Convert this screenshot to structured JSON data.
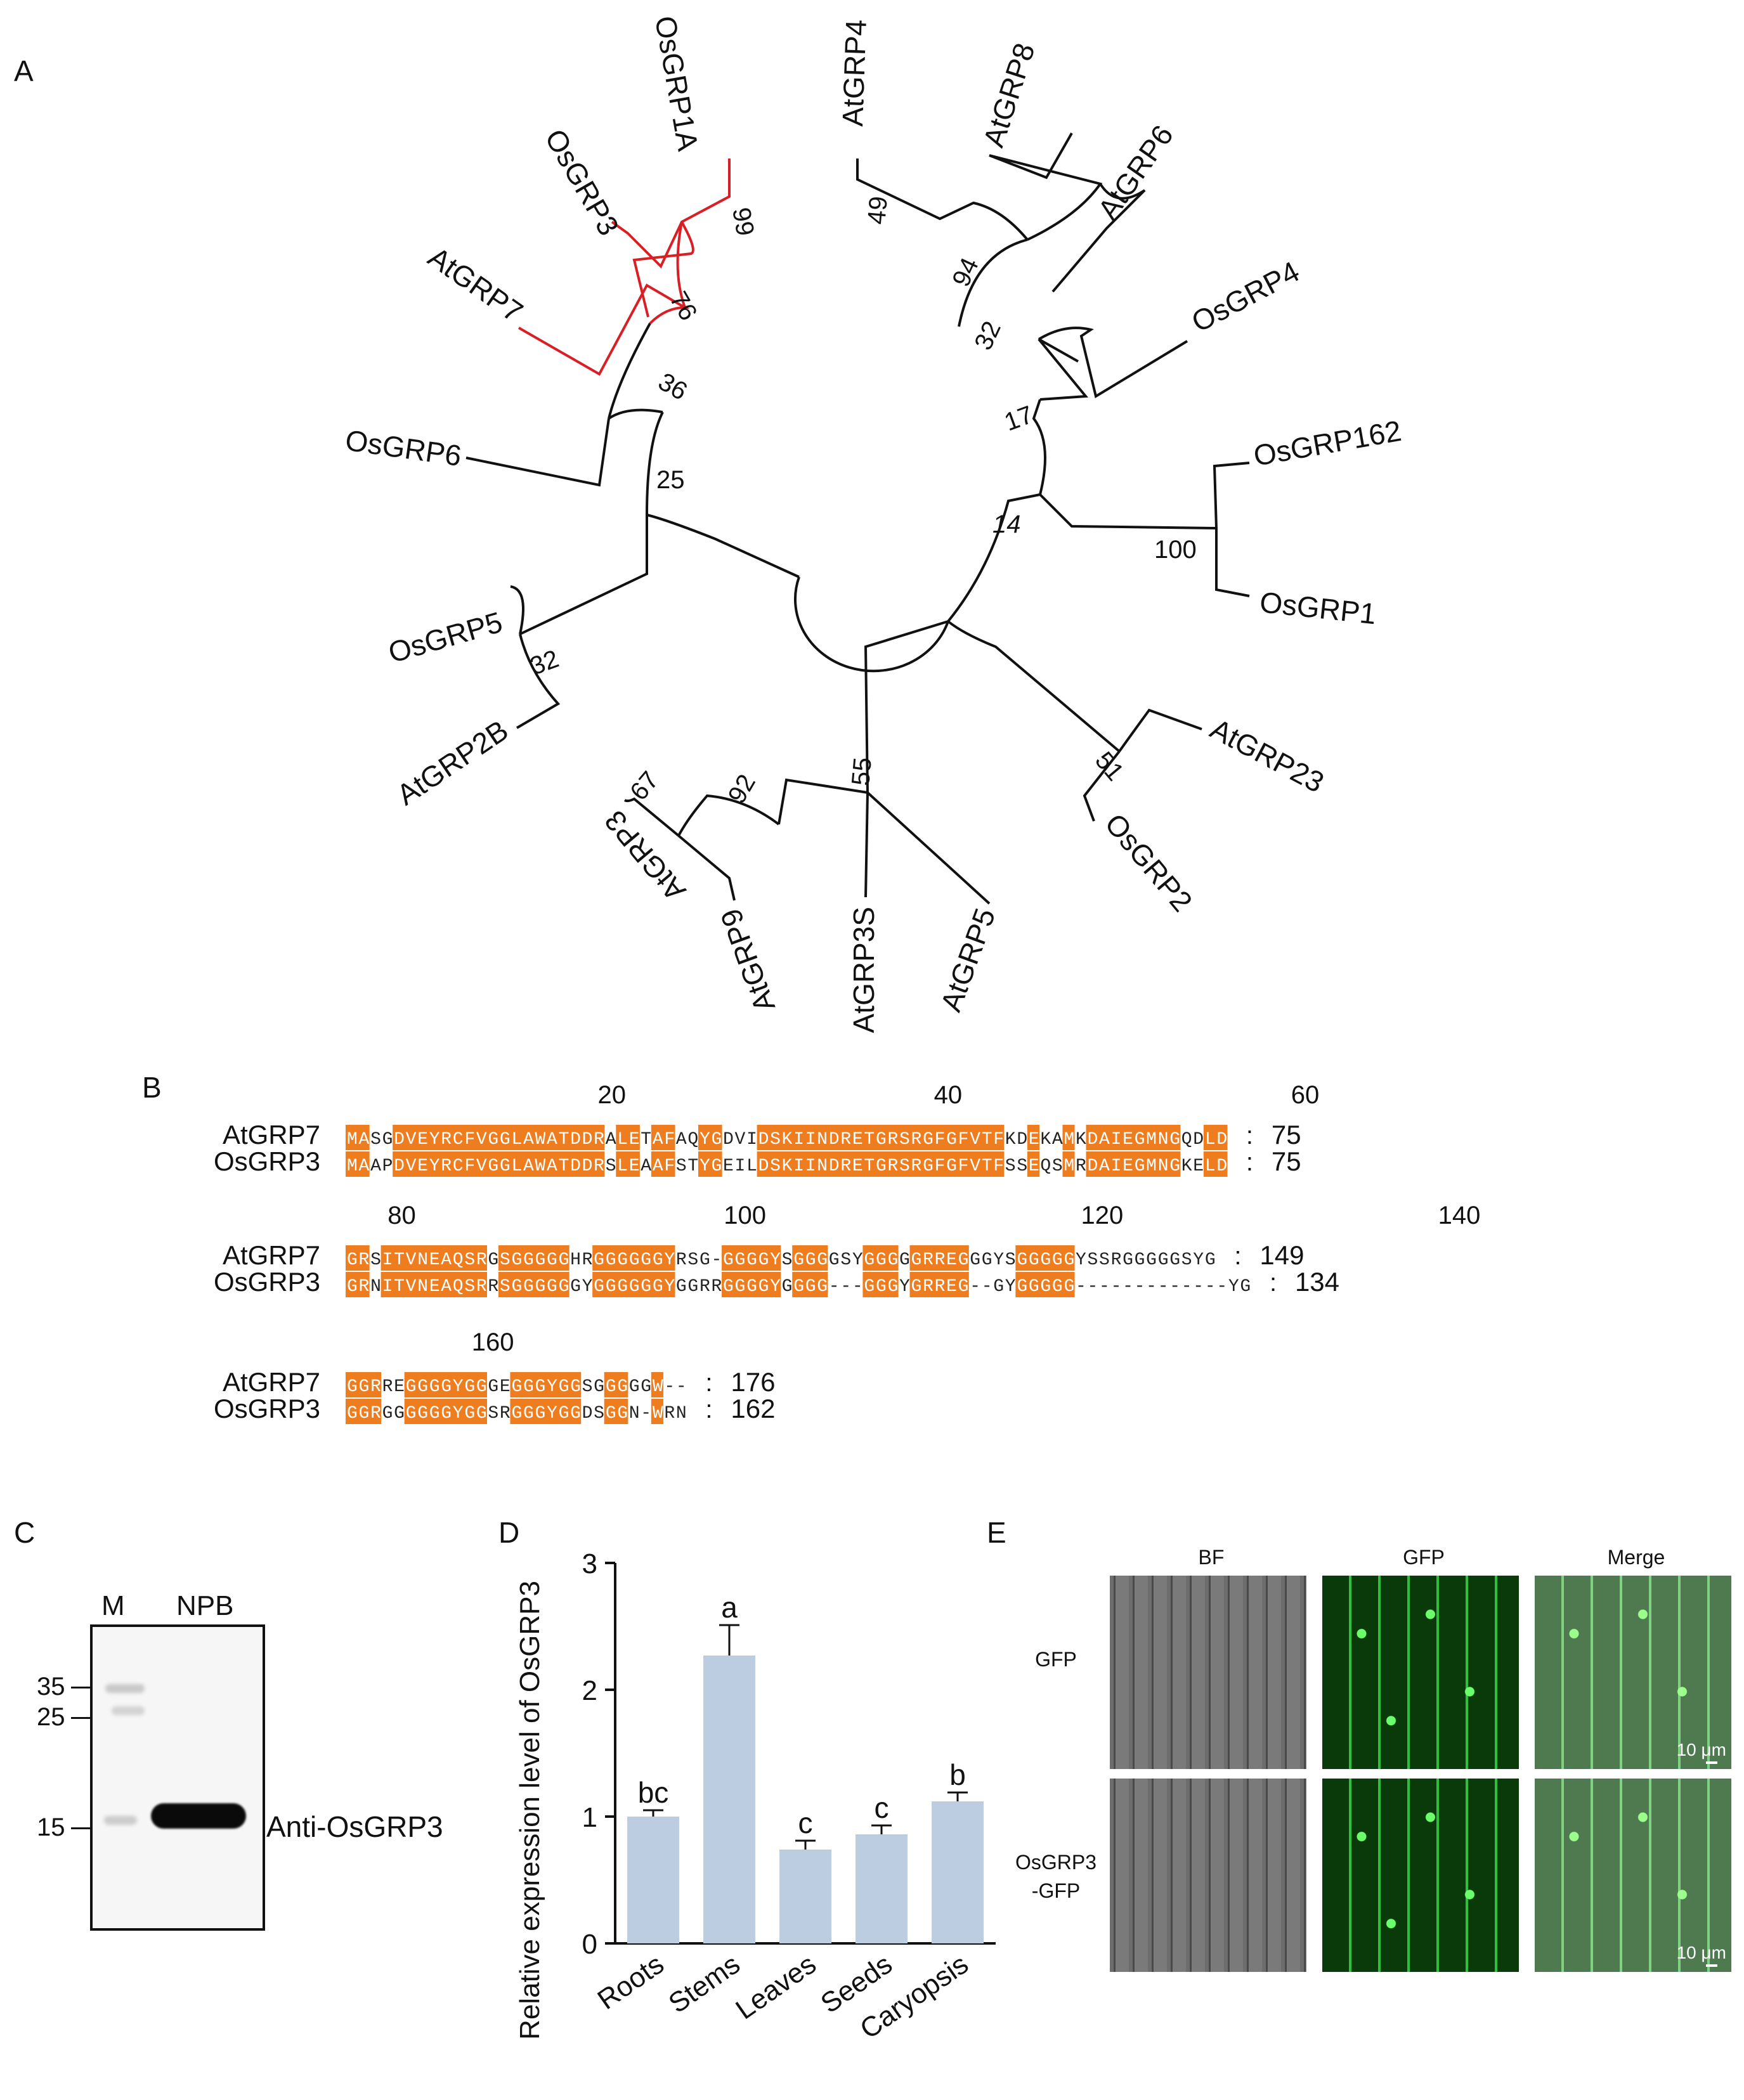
{
  "panels": {
    "A": "A",
    "B": "B",
    "C": "C",
    "D": "D",
    "E": "E"
  },
  "tree": {
    "highlight_color": "#d91f26",
    "leaves": [
      "OsGRP1A",
      "OsGRP3",
      "AtGRP7",
      "OsGRP6",
      "OsGRP5",
      "AtGRP2B",
      "AtGRP3",
      "AtGRP9",
      "AtGRP3S",
      "AtGRP5",
      "OsGRP2",
      "AtGRP23",
      "OsGRP1",
      "OsGRP162",
      "OsGRP4",
      "AtGRP6",
      "AtGRP8",
      "AtGRP4"
    ],
    "bootstrap": [
      "99",
      "76",
      "36",
      "25",
      "32",
      "67",
      "92",
      "55",
      "51",
      "14",
      "100",
      "17",
      "32",
      "94",
      "49"
    ]
  },
  "alignment": {
    "highlight_color": "#ee7d1f",
    "blocks": [
      {
        "ticks": [
          "20",
          "40",
          "60"
        ],
        "rows": [
          {
            "name": "AtGRP7",
            "seq": "MASGDVEYRCFVGGLAWATDDRALETAFAQYGDVIDSKIINDRETGRSRGFGFVTFKDEKAMKDAIEGMNGQDLD",
            "end": "75"
          },
          {
            "name": "OsGRP3",
            "seq": "MAAPDVEYRCFVGGLAWATDDRSLEAAFSTYGEILDSKIINDRETGRSRGFGFVTFSSEQSMRDAIEGMNGKELD",
            "end": "75"
          }
        ]
      },
      {
        "ticks": [
          "80",
          "100",
          "120",
          "140"
        ],
        "rows": [
          {
            "name": "AtGRP7",
            "seq": "GRSITVNEAQSRGSGGGGGHRGGGGGGYRSG-GGGGYSGGGGSYGGGGGRREGGGYSGGGGGYSSRGGGGGSYG",
            "end": "149"
          },
          {
            "name": "OsGRP3",
            "seq": "GRNITVNEAQSRRSGGGGGGYGGGGGGYGGRRGGGGYGGGG---GGGYGRREG--GYGGGGG-------------YG",
            "end": "134"
          }
        ]
      },
      {
        "ticks": [
          "160"
        ],
        "rows": [
          {
            "name": "AtGRP7",
            "seq": "GGRREGGGGYGGGEGGGYGGSGGGGGW--",
            "end": "176"
          },
          {
            "name": "OsGRP3",
            "seq": "GGRGGGGGGYGGSRGGGYGGDSGGN-WRN",
            "end": "162"
          }
        ]
      }
    ]
  },
  "blot": {
    "lane_m": "M",
    "lane_npb": "NPB",
    "markers": [
      "35",
      "25",
      "15"
    ],
    "antibody": "Anti-OsGRP3"
  },
  "chart_data": {
    "type": "bar",
    "categories": [
      "Roots",
      "Stems",
      "Leaves",
      "Seeds",
      "Caryopsis"
    ],
    "values": [
      1.0,
      2.27,
      0.74,
      0.86,
      1.12
    ],
    "errors": [
      0.05,
      0.24,
      0.07,
      0.07,
      0.07
    ],
    "significance": [
      "bc",
      "a",
      "c",
      "c",
      "b"
    ],
    "ylabel": "Relative expression level of OsGRP3",
    "xlabel": "",
    "ylim": [
      0,
      3
    ],
    "yticks": [
      "0",
      "1",
      "2",
      "3"
    ],
    "bar_color": "#bccde2",
    "grid": false
  },
  "microscopy": {
    "columns": [
      "BF",
      "GFP",
      "Merge"
    ],
    "rows": [
      "GFP",
      "OsGRP3\n-GFP"
    ],
    "scale": "10 μm",
    "gfp_color": "#33cc44"
  }
}
